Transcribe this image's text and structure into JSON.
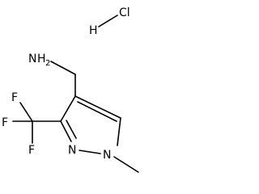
{
  "molecule": {
    "salt": {
      "chlorine": "Cl",
      "hydrogen": "H"
    },
    "amine": {
      "nitrogen": "N",
      "hydrogen": "H",
      "h_count": "2"
    },
    "pyrazole": {
      "n_methyl": "N",
      "n_ring": "N"
    },
    "trifluoromethyl": {
      "f_left": "F",
      "f_top": "F",
      "f_bottom": "F"
    }
  }
}
